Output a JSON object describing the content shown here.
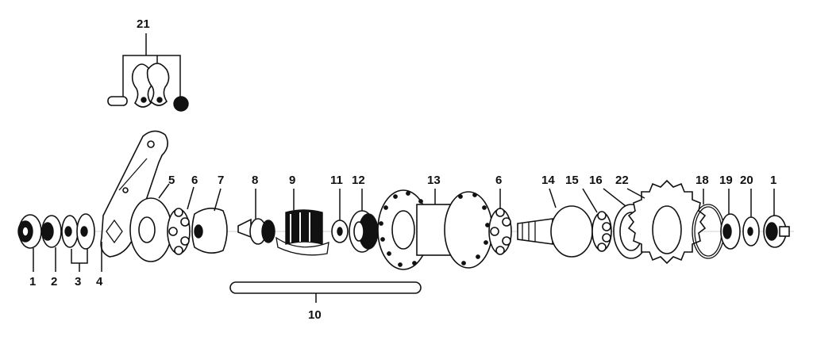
{
  "labels": {
    "l1a": "1",
    "l2": "2",
    "l3": "3",
    "l4": "4",
    "l5": "5",
    "l6a": "6",
    "l7": "7",
    "l8": "8",
    "l9": "9",
    "l10": "10",
    "l11": "11",
    "l12": "12",
    "l13": "13",
    "l6b": "6",
    "l14": "14",
    "l15": "15",
    "l16": "16",
    "l22": "22",
    "l18": "18",
    "l19": "19",
    "l20": "20",
    "l1b": "1",
    "l21": "21"
  }
}
